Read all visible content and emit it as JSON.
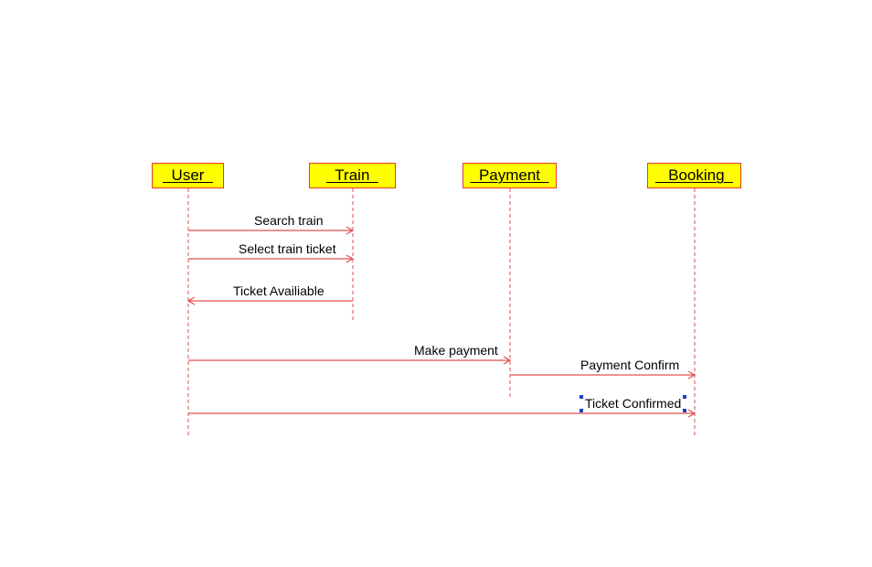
{
  "colors": {
    "lifeline_fill": "#ffff00",
    "lifeline_border": "#e03b2e",
    "line": "#e05050",
    "selection_handle": "#1f3fd1"
  },
  "lifelines": [
    {
      "id": "user",
      "label": "User"
    },
    {
      "id": "train",
      "label": "Train"
    },
    {
      "id": "payment",
      "label": "Payment"
    },
    {
      "id": "booking",
      "label": "Booking"
    }
  ],
  "messages": [
    {
      "from": "user",
      "to": "train",
      "label": "Search train"
    },
    {
      "from": "user",
      "to": "train",
      "label": "Select train ticket"
    },
    {
      "from": "train",
      "to": "user",
      "label": "Ticket Availiable"
    },
    {
      "from": "user",
      "to": "payment",
      "label": "Make payment"
    },
    {
      "from": "payment",
      "to": "booking",
      "label": "Payment Confirm"
    },
    {
      "from": "user",
      "to": "booking",
      "label": "Ticket Confirmed",
      "selected": true
    }
  ]
}
